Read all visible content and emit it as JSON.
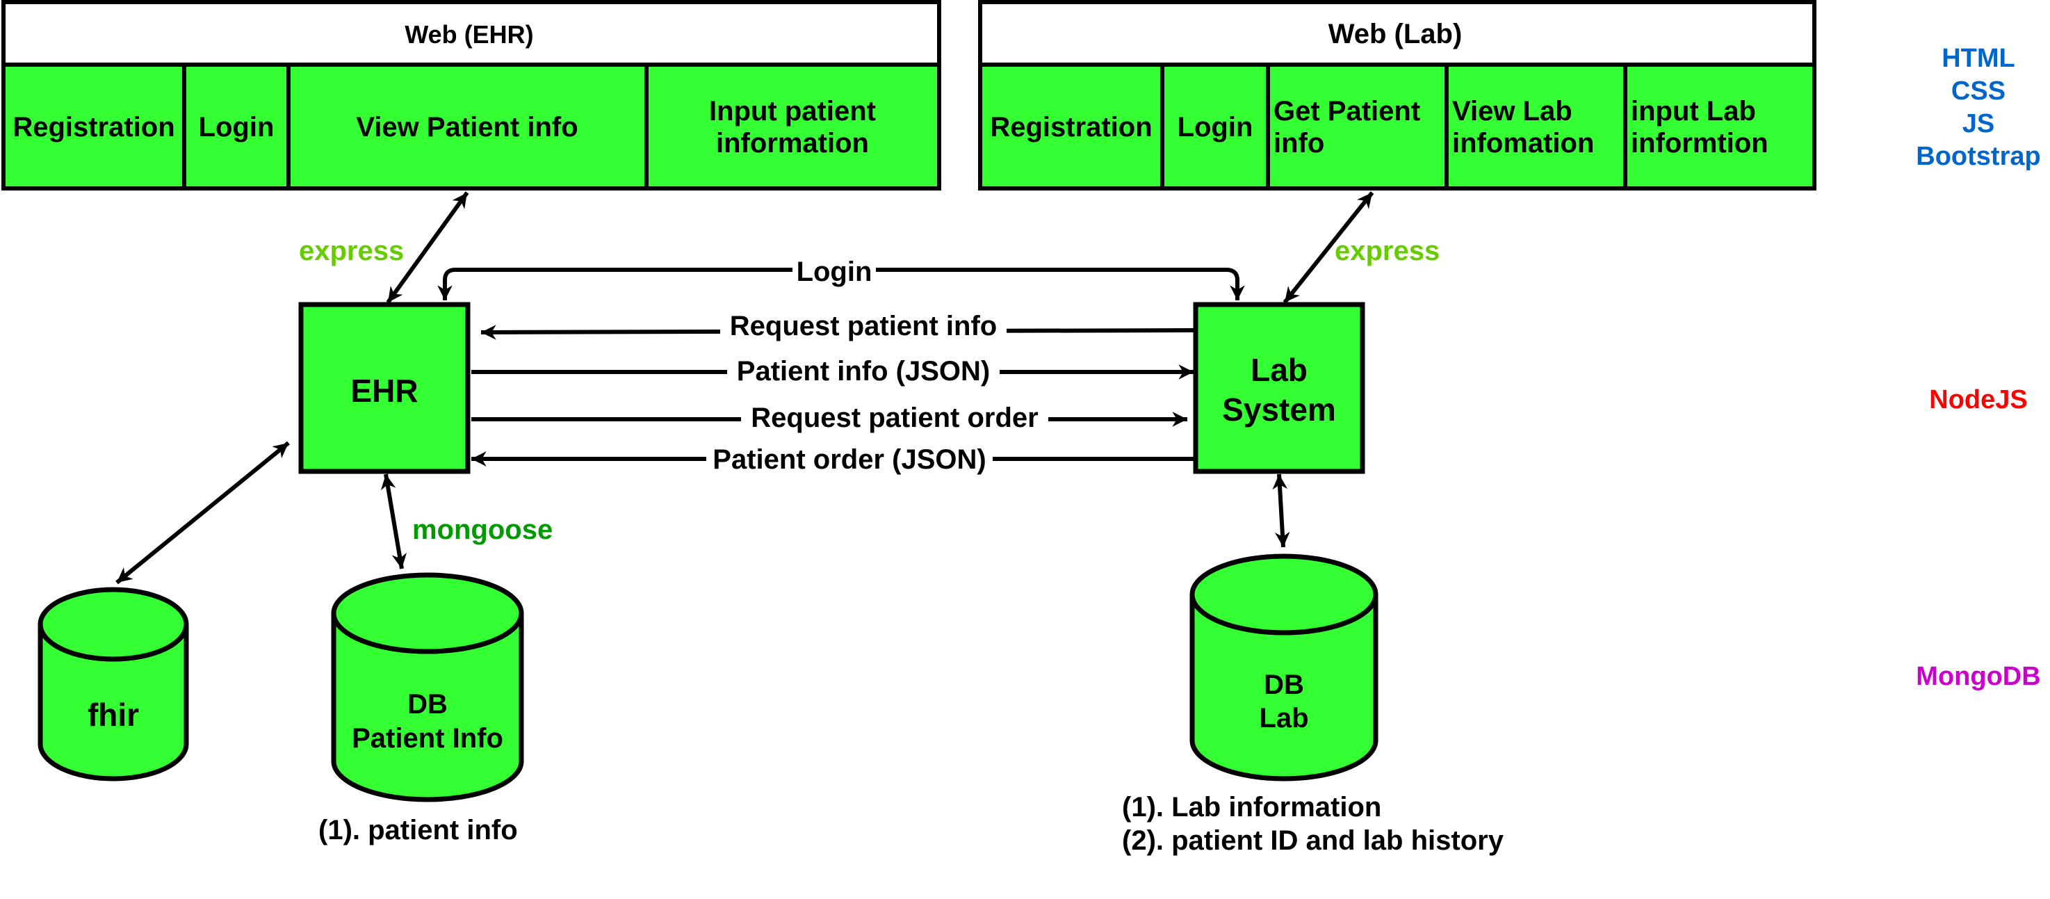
{
  "colors": {
    "box_fill": "#33ff33",
    "stroke": "#000000",
    "express": "#66cc00",
    "mongoose": "#009900",
    "frontend_stack": "#0066cc",
    "nodejs": "#ff0000",
    "mongodb": "#cc00cc"
  },
  "web_ehr": {
    "title": "Web (EHR)",
    "tabs": [
      {
        "lines": [
          "Registration"
        ]
      },
      {
        "lines": [
          "Login"
        ]
      },
      {
        "lines": [
          "View Patient info"
        ]
      },
      {
        "lines": [
          "Input patient",
          "information"
        ]
      }
    ]
  },
  "web_lab": {
    "title": "Web (Lab)",
    "tabs": [
      {
        "lines": [
          "Registration"
        ]
      },
      {
        "lines": [
          "Login"
        ]
      },
      {
        "lines": [
          "Get Patient",
          "info"
        ]
      },
      {
        "lines": [
          "View Lab",
          "infomation"
        ]
      },
      {
        "lines": [
          "input Lab",
          "informtion"
        ]
      }
    ]
  },
  "nodes": {
    "ehr": "EHR",
    "lab_line1": "Lab",
    "lab_line2": "System",
    "fhir": "fhir",
    "db_patient_line1": "DB",
    "db_patient_line2": "Patient Info",
    "db_lab_line1": "DB",
    "db_lab_line2": "Lab"
  },
  "edges": {
    "express_ehr": "express",
    "express_lab": "express",
    "mongoose": "mongoose",
    "login": "Login",
    "request_patient_info": "Request patient info",
    "patient_info_json": "Patient info (JSON)",
    "request_patient_order": "Request patient order",
    "patient_order_json": "Patient order (JSON)"
  },
  "notes": {
    "patient_db_1": "(1). patient info",
    "lab_db_1": "(1). Lab information",
    "lab_db_2": "(2). patient ID and lab history"
  },
  "legend": {
    "frontend": [
      "HTML",
      "CSS",
      "JS",
      "Bootstrap"
    ],
    "backend": "NodeJS",
    "database": "MongoDB"
  }
}
